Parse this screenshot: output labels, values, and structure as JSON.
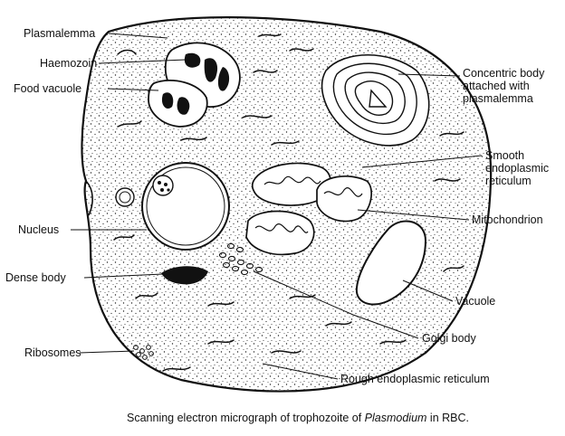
{
  "labels": {
    "plasmalemma": "Plasmalemma",
    "haemozoin": "Haemozoin",
    "food_vacuole": "Food vacuole",
    "concentric_body": [
      "Concentric body",
      "attached with",
      "plasmalemma"
    ],
    "smooth_er": [
      "Smooth",
      "endoplasmic",
      "reticulum"
    ],
    "mitochondrion": "Mitochondrion",
    "nucleus": "Nucleus",
    "dense_body": "Dense body",
    "vacuole": "Vacuole",
    "golgi_body": "Golgi body",
    "ribosomes": "Ribosomes",
    "rough_er": "Rough endoplasmic reticulum"
  },
  "caption": {
    "before": "Scanning electron micrograph of trophozoite of ",
    "italic": "Plasmodium",
    "after": " in RBC."
  }
}
